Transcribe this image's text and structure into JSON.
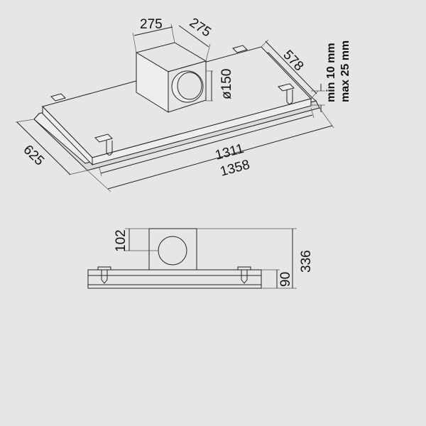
{
  "dimensions": {
    "duct_width": "275",
    "duct_depth": "275",
    "depth_inner": "578",
    "duct_diameter": "ø150",
    "frame_min": "min 10 mm",
    "frame_max": "max 25 mm",
    "width_outer_depth": "625",
    "width_inner": "1311",
    "width_outer": "1358",
    "duct_offset": "102",
    "total_height": "336",
    "body_height": "90"
  },
  "colors": {
    "background": "#e4e6e8",
    "lines": "#222222"
  }
}
